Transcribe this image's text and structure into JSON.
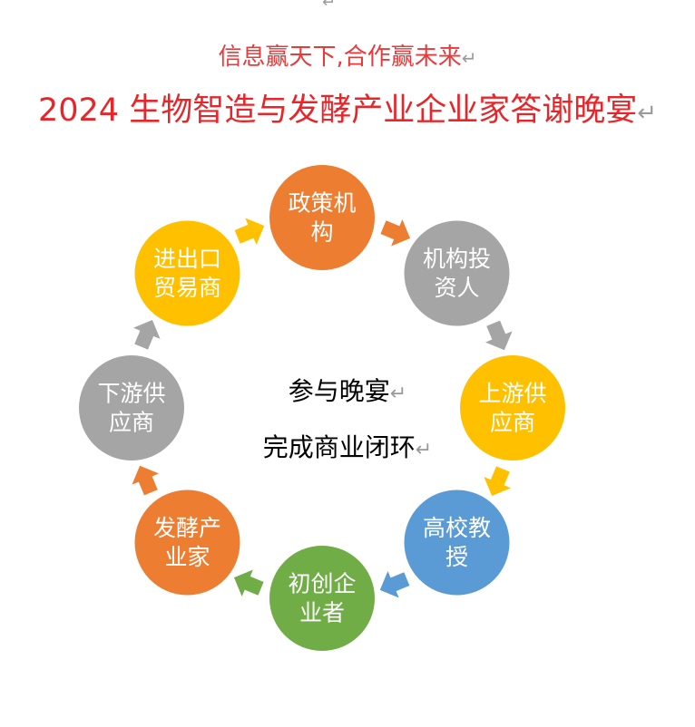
{
  "slogan": "信息赢天下,合作赢未来",
  "title": "2024 生物智造与发酵产业企业家答谢晚宴",
  "center": {
    "line1": "参与晚宴",
    "line2": "完成商业闭环"
  },
  "paragraph_mark": "↵",
  "colors": {
    "orange": "#ed7d31",
    "gray": "#a5a5a5",
    "gold": "#ffc000",
    "blue": "#5b9bd5",
    "green": "#70ad47"
  },
  "nodes": [
    {
      "lines": [
        "政策机",
        "构"
      ],
      "color": "#ed7d31"
    },
    {
      "lines": [
        "机构投",
        "资人"
      ],
      "color": "#a5a5a5"
    },
    {
      "lines": [
        "上游供",
        "应商"
      ],
      "color": "#ffc000"
    },
    {
      "lines": [
        "高校教",
        "授"
      ],
      "color": "#5b9bd5"
    },
    {
      "lines": [
        "初创企",
        "业者"
      ],
      "color": "#70ad47"
    },
    {
      "lines": [
        "发酵产",
        "业家"
      ],
      "color": "#ed7d31"
    },
    {
      "lines": [
        "下游供",
        "应商"
      ],
      "color": "#a5a5a5"
    },
    {
      "lines": [
        "进出口",
        "贸易商"
      ],
      "color": "#ffc000"
    }
  ]
}
